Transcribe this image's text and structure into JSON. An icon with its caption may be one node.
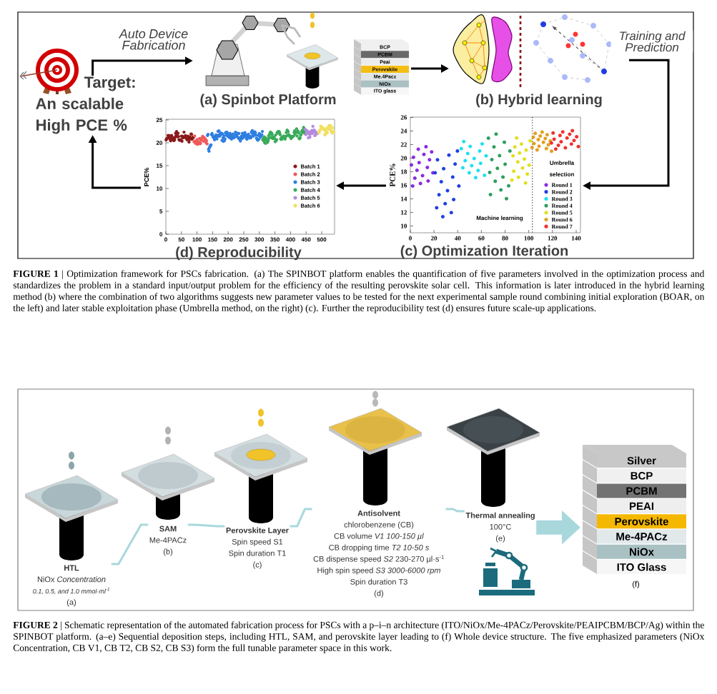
{
  "diagram": {
    "nodes": [
      {
        "text": [
          "Target:",
          "An scalable High PCE %"
        ]
      },
      {
        "text": [
          "(a) Spinbot Platform"
        ]
      },
      {
        "text": [
          "BCP",
          "PCBM",
          "Peai",
          "Perovskite",
          "Me.4Pacz",
          "NiOx",
          "ITO glass"
        ]
      },
      {
        "text": [
          "(b) Hybrid learning"
        ]
      },
      {
        "text": [
          "(c) Optimization Iteration"
        ]
      },
      {
        "text": [
          "(d) Reproducibility"
        ]
      },
      {
        "text": [
          "HTL",
          "NiOx *Concentration*",
          "0.1, 0.5, and 1.0 mmol·ml$^{-1}$",
          "(a)"
        ]
      },
      {
        "text": [
          "SAM",
          "Me-4PACz",
          "(b)"
        ]
      },
      {
        "text": [
          "Perovskite Layer",
          "Spin speed S1",
          "Spin duration T1",
          "(c)"
        ]
      },
      {
        "text": [
          "Antisolvent",
          "chlorobenzene (CB)",
          "CB volume *V1 100-150 µl*",
          "CB dropping time *T2 10-50 s*",
          "CB dispense speed *S2* 230-270 µl·s$^{-1}$",
          "High spin speed *S3 3000-6000 rpm*",
          "Spin duration T3",
          "(d)"
        ]
      },
      {
        "text": [
          "Thermal annealing",
          "100°C",
          "(e)"
        ]
      },
      {
        "text": [
          "Silver",
          "BCP",
          "PCBM",
          "PEAI",
          "Perovskite",
          "Me-4PACz",
          "NiOx",
          "ITO Glass",
          "(f)"
        ]
      }
    ],
    "edges": [
      {
        "from": 0,
        "to": 1,
        "arrow": "to",
        "label": "Auto Device Fabrication"
      },
      {
        "from": 2,
        "to": 3,
        "arrow": "to"
      },
      {
        "from": 3,
        "to": 4,
        "arrow": "to",
        "label": "Training and Prediction"
      },
      {
        "from": 4,
        "to": 5,
        "arrow": "to"
      },
      {
        "from": 5,
        "to": 0,
        "arrow": "to"
      },
      {
        "from": 6,
        "to": 7,
        "arrow": "none",
        "color": "#a8d8dc"
      },
      {
        "from": 7,
        "to": 8,
        "arrow": "none",
        "color": "#a8d8dc"
      },
      {
        "from": 8,
        "to": 9,
        "arrow": "none",
        "color": "#a8d8dc"
      },
      {
        "from": 9,
        "to": 10,
        "arrow": "none",
        "color": "#a8d8dc"
      },
      {
        "from": 10,
        "to": 11,
        "arrow": "to",
        "style": "thick",
        "color": "#a8d8dc"
      }
    ],
    "labels": [
      "25",
      "20",
      "15",
      "10",
      "5",
      "0",
      "0",
      "50",
      "100",
      "150",
      "200",
      "250",
      "300",
      "350",
      "400",
      "450",
      "500",
      "PCE%",
      "26",
      "24",
      "22",
      "20",
      "18",
      "16",
      "14",
      "12",
      "10",
      "0",
      "20",
      "40",
      "60",
      "80",
      "100",
      "120",
      "140",
      "PCE%",
      "Umbrella selection",
      "Machine learning",
      "**FIGURE 1** | Optimization framework for PSCs fabrication. (a) The SPINBOT platform enables the quantification of five parameters involved in the optimization process and standardizes the problem in a standard input/output problem for the efficiency of the resulting perovskite solar cell. This information is later introduced in the hybrid learning method (b) where the combination of two algorithms suggests new parameter values to be tested for the next experimental sample round combining initial exploration (BOAR, on the left) and later stable exploitation phase (Umbrella method, on the right) (c). Further the reproducibility test (d) ensures future scale-up applications.",
      "**FIGURE 2** | Schematic representation of the automated fabrication process for PSCs with a p–i–n architecture (ITO/NiOx/Me-4PACz/Perovskite/PEAIPCBM/BCP/Ag) within the SPINBOT platform. (a–e) Sequential deposition steps, including HTL, SAM, and perovskite layer leading to (f) Whole device structure. The five emphasized parameters (NiOx Concentration, CB V1, CB T2, CB S2, CB S3) form the full tunable parameter space in this work."
    ],
    "legend": [
      {
        "text": "Batch 1",
        "color": "#8b1a1a"
      },
      {
        "text": "Batch 2",
        "color": "#f05a5a"
      },
      {
        "text": "Batch 3",
        "color": "#2f7fe0"
      },
      {
        "text": "Batch 4",
        "color": "#3aaa5a"
      },
      {
        "text": "Batch 5",
        "color": "#b58be0"
      },
      {
        "text": "Batch 6",
        "color": "#f0e060"
      },
      {
        "text": "Round 1",
        "color": "#8a2be2"
      },
      {
        "text": "Round 2",
        "color": "#2040e0"
      },
      {
        "text": "Round 3",
        "color": "#20e0f0"
      },
      {
        "text": "Round 4",
        "color": "#2e9e5e"
      },
      {
        "text": "Round 5",
        "color": "#e0e020"
      },
      {
        "text": "Round 6",
        "color": "#e0a020"
      },
      {
        "text": "Round 7",
        "color": "#f03030"
      }
    ]
  }
}
